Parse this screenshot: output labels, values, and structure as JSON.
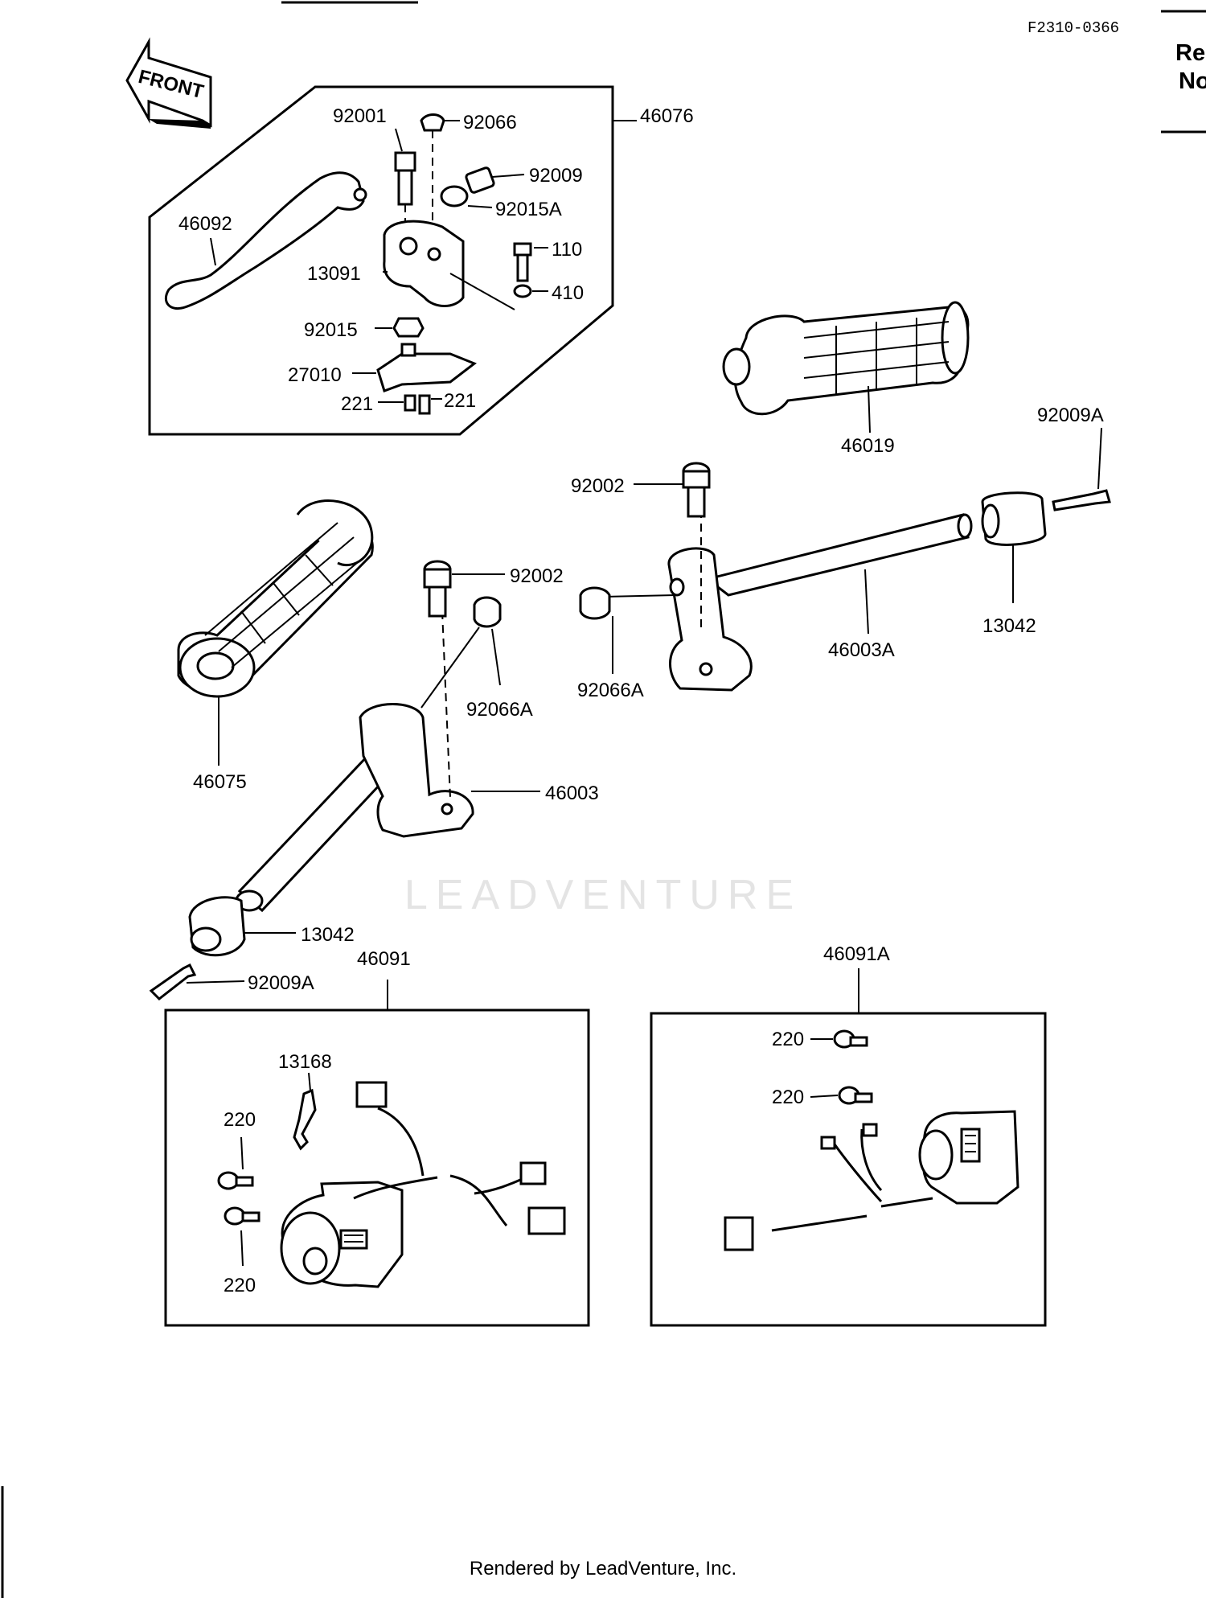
{
  "header": {
    "code": "F2310-0366",
    "side_line_1": "Re",
    "side_line_2": "No"
  },
  "front_arrow": {
    "label": "FRONT"
  },
  "watermark": "LEADVENTURE",
  "footer": "Rendered by LeadVenture, Inc.",
  "labels": {
    "p92001": "92001",
    "p92066": "92066",
    "p46076": "46076",
    "p92009": "92009",
    "p92015A": "92015A",
    "p46092": "46092",
    "p110": "110",
    "p13091": "13091",
    "p410": "410",
    "p92015": "92015",
    "p27010": "27010",
    "p221a": "221",
    "p221b": "221",
    "p46019": "46019",
    "p92009A_top": "92009A",
    "p92002_right": "92002",
    "p13042_right": "13042",
    "p92002_left": "92002",
    "p92066A_right": "92066A",
    "p46003A": "46003A",
    "p92066A_left": "92066A",
    "p46075": "46075",
    "p46003": "46003",
    "p13042_left": "13042",
    "p92009A_left": "92009A",
    "p46091": "46091",
    "p46091A": "46091A",
    "p13168": "13168",
    "p220a": "220",
    "p220b": "220",
    "p220c": "220",
    "p220d": "220"
  }
}
